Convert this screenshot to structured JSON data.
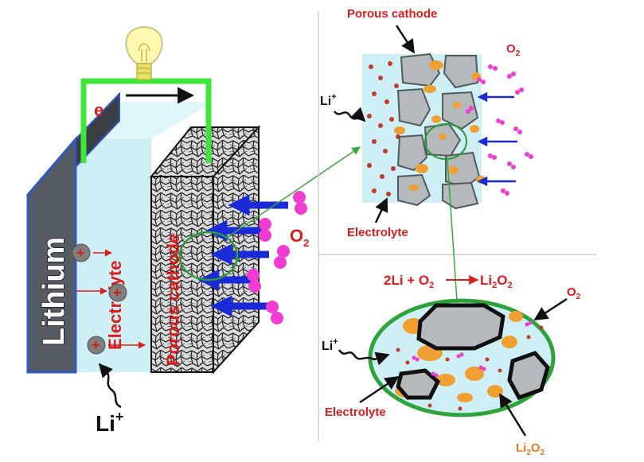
{
  "labels": {
    "lithium": "Lithium",
    "electrolyte_main": "Electrolyte",
    "porous_cathode_main": "Porous cathode",
    "electron": "e",
    "li_ion_main": "Li",
    "li_ion_main_sup": "+",
    "o2_main": "O",
    "o2_main_sub": "2",
    "porous_cathode_top": "Porous cathode",
    "o2_top": "O",
    "o2_top_sub": "2",
    "li_top": "Li",
    "li_top_sup": "+",
    "electrolyte_top": "Electrolyte",
    "reaction_a": "2Li + O",
    "reaction_a_sub": "2",
    "reaction_b": "Li",
    "reaction_b_sub1": "2",
    "reaction_b_o": "O",
    "reaction_b_sub2": "2",
    "o2_bottom": "O",
    "o2_bottom_sub": "2",
    "li_bottom": "Li",
    "li_bottom_sup": "+",
    "electrolyte_bottom": "Electrolyte",
    "li2o2_a": "Li",
    "li2o2_sub1": "2",
    "li2o2_b": "O",
    "li2o2_sub2": "2",
    "ion_plus": "+"
  },
  "colors": {
    "electrolyte": "#cdeff5",
    "wire": "#3ee63a",
    "lithium_plate": "#555b63",
    "lithium_edge": "#2f57c8",
    "o2_molecule": "#f03cd0",
    "o2_arrow": "#1a2ad6",
    "li_dot": "#c33a2a",
    "li2o2": "#f0a030",
    "particle": "#b5b9bb",
    "label_red": "#dd1c1a",
    "zoom_line": "#4da83a"
  },
  "icons": [
    "light-bulb-icon",
    "electron-arrow-icon",
    "li-ion-wave-icon"
  ]
}
